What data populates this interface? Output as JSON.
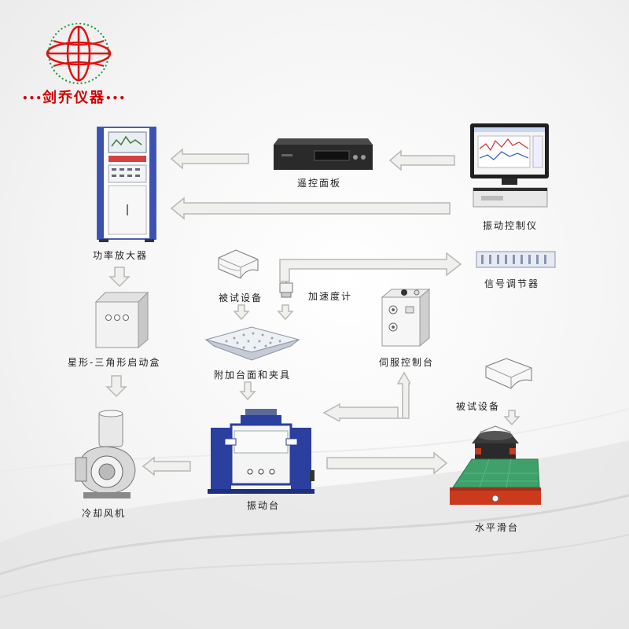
{
  "brand": {
    "name": "剑乔仪器",
    "decoration": "•••",
    "color": "#d40000"
  },
  "nodes": {
    "power_amplifier": "功率放大器",
    "remote_panel": "遥控面板",
    "vibration_controller": "振动控制仪",
    "signal_conditioner": "信号调节器",
    "test_device_top": "被试设备",
    "accelerometer": "加速度计",
    "star_delta_box": "星形-三角形启动盒",
    "fixture_table": "附加台面和夹具",
    "servo_console": "伺服控制台",
    "test_device_right": "被试设备",
    "cooling_fan": "冷却风机",
    "shaker": "振动台",
    "horizontal_slide": "水平滑台"
  },
  "colors": {
    "arrow_fill": "#f0f0ee",
    "arrow_stroke": "#b8b8b4",
    "shaker_blue": "#2a3f9e",
    "slide_green": "#3fa06a",
    "slide_red": "#cc3a1e"
  }
}
